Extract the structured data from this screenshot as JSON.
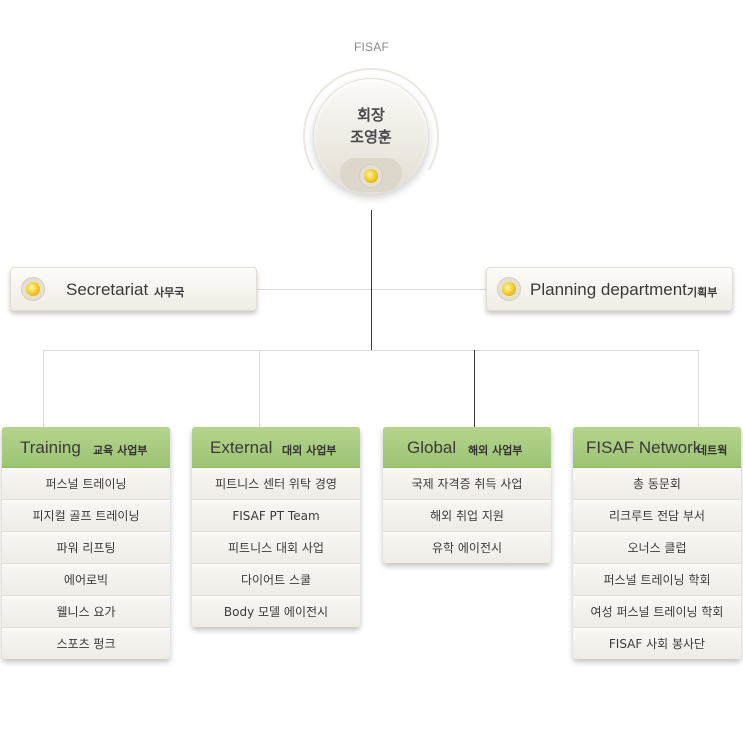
{
  "org": {
    "label": "FISAF"
  },
  "chairman": {
    "title": "회장",
    "name": "조영훈"
  },
  "side": {
    "left": {
      "en": "Secretariat",
      "ko": "사무국"
    },
    "right": {
      "en": "Planning department",
      "ko": "기획부"
    }
  },
  "departments": [
    {
      "en": "Training",
      "ko": "교육 사업부",
      "items": [
        "퍼스널 트레이닝",
        "피지컬 골프 트레이닝",
        "파워 리프팅",
        "에어로빅",
        "웰니스 요가",
        "스포츠 펑크"
      ]
    },
    {
      "en": "External",
      "ko": "대외 사업부",
      "items": [
        "피트니스 센터 위탁 경영",
        "FISAF PT Team",
        "피트니스 대회 사업",
        "다이어트 스쿨",
        "Body 모델 에이전시"
      ]
    },
    {
      "en": "Global",
      "ko": "해외 사업부",
      "items": [
        "국제 자격증 취득 사업",
        "해외 취업 지원",
        "유학 에이전시"
      ]
    },
    {
      "en": "FISAF Network",
      "ko": "네트웍",
      "items": [
        "총 동문회",
        "리크루트 전담 부서",
        "오너스 클럽",
        "퍼스널 트레이닝 학회",
        "여성 퍼스널 트레이닝 학회",
        "FISAF 사회 봉사단"
      ]
    }
  ],
  "colors": {
    "dept_header": "#a6cb7e",
    "accent_dot": "#f4cf2e",
    "connector": "#3a3a3a"
  },
  "icons": {
    "indicator": "gold-dot-icon"
  }
}
